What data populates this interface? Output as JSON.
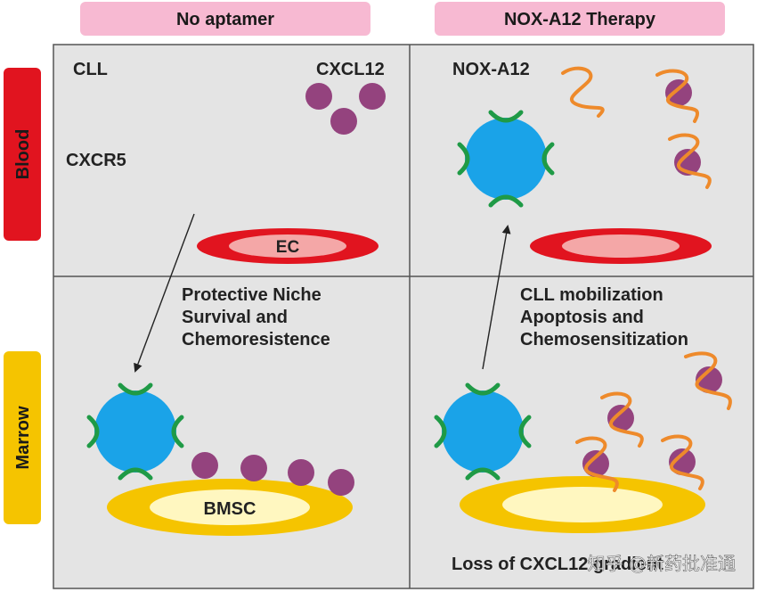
{
  "headers": {
    "left": "No aptamer",
    "right": "NOX-A12 Therapy"
  },
  "side_labels": {
    "top": "Blood",
    "bottom": "Marrow"
  },
  "left_panel": {
    "cll": "CLL",
    "cxcl12": "CXCL12",
    "cxcr5": "CXCR5",
    "ec": "EC",
    "effect_line1": "Protective Niche",
    "effect_line2": "Survival and",
    "effect_line3": "Chemoresistence",
    "bmsc": "BMSC"
  },
  "right_panel": {
    "nox": "NOX-A12",
    "effect_line1": "CLL mobilization",
    "effect_line2": "Apoptosis and",
    "effect_line3": "Chemosensitization",
    "bottom_text": "Loss of CXCL12 gradient"
  },
  "watermark": "知乎 @新药批准通",
  "colors": {
    "header_bg": "#f7b9d2",
    "blood": "#e1141f",
    "marrow": "#f5c400",
    "cell": "#1aa3e8",
    "receptor": "#1f9a46",
    "chemokine": "#94437e",
    "aptamer": "#ee8a2b",
    "ec_outer": "#e1141f",
    "ec_inner": "#f4a7a7",
    "bmsc_outer": "#f5c400",
    "bmsc_inner": "#fff7c0",
    "panel_bg": "#e4e4e4"
  }
}
